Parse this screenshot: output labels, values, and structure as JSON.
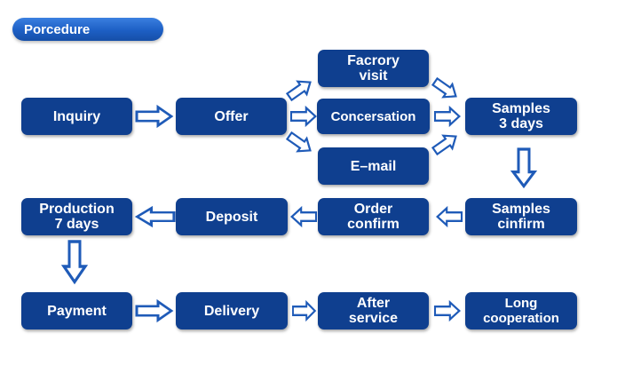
{
  "title": "Porcedure",
  "nodes": {
    "inquiry": "Inquiry",
    "offer": "Offer",
    "factory_visit": "Facrory\nvisit",
    "conversation": "Concersation",
    "email": "E–mail",
    "samples_3_days": "Samples\n3 days",
    "samples_confirm": "Samples\ncinfirm",
    "order_confirm": "Order\nconfirm",
    "deposit": "Deposit",
    "production_7_days": "Production\n7 days",
    "payment": "Payment",
    "delivery": "Delivery",
    "after_service": "After\nservice",
    "long_cooperation": "Long\ncooperation"
  },
  "colors": {
    "box": "#0f3f8f",
    "arrow_stroke": "#1f5bb8",
    "arrow_fill": "#ffffff"
  }
}
